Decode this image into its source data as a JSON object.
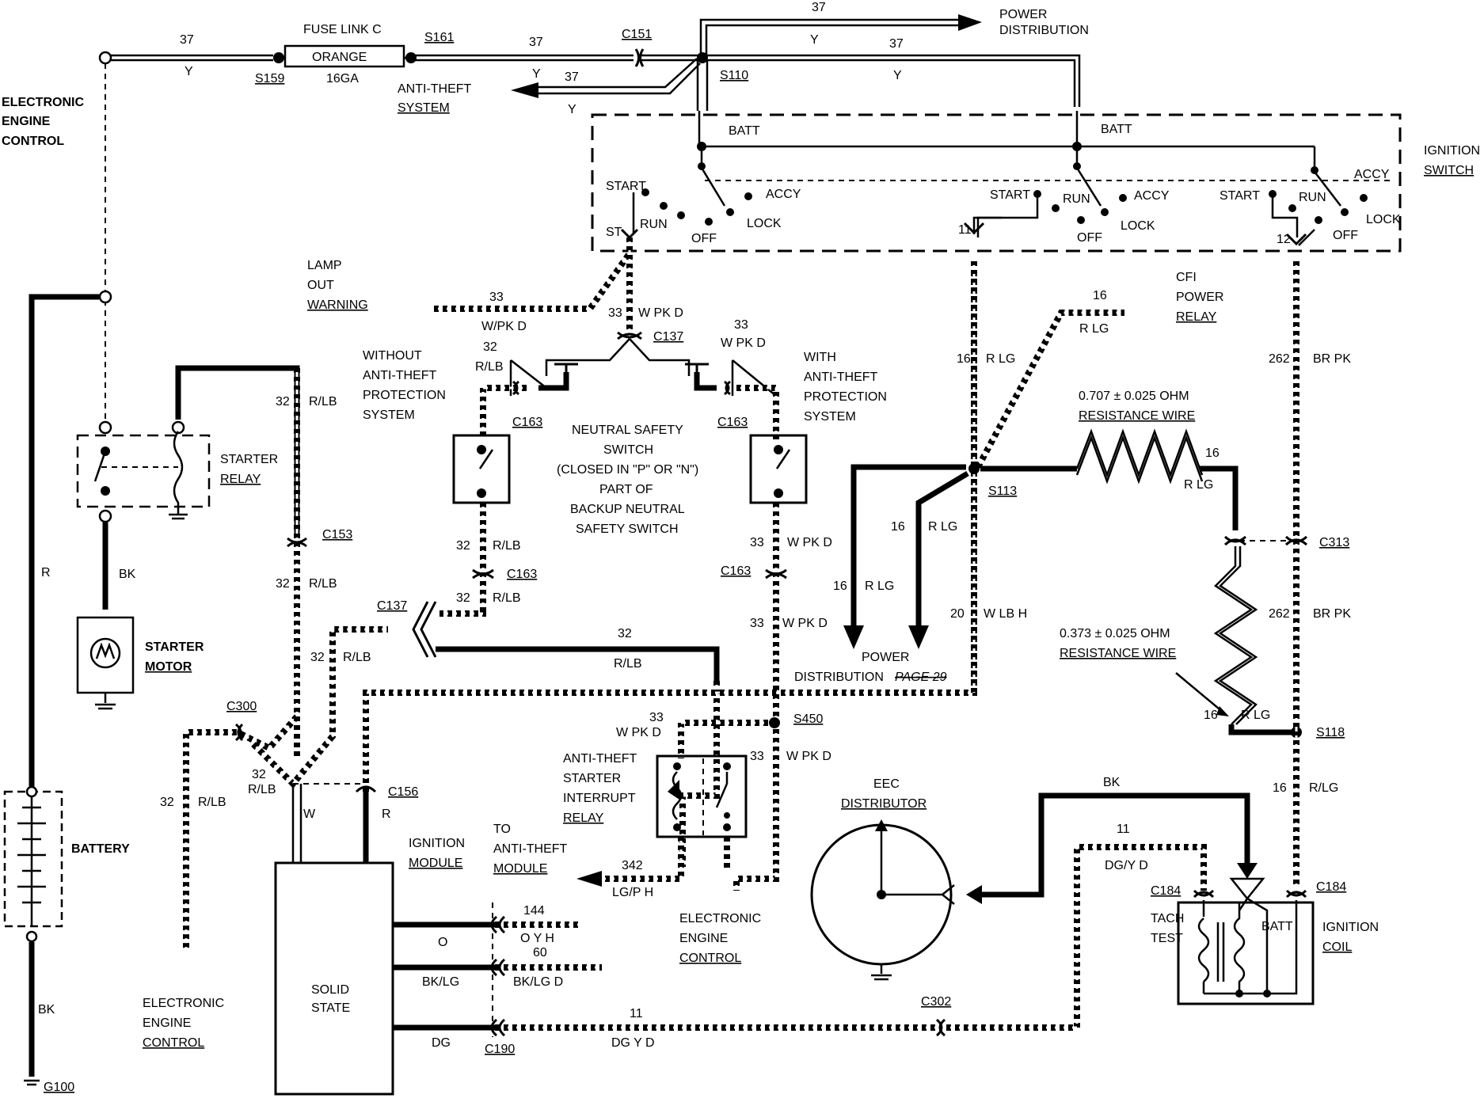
{
  "diagram": {
    "labels": {
      "fuse_link": "FUSE LINK C",
      "orange": "ORANGE",
      "ga16": "16GA",
      "eec_left": [
        "ELECTRONIC",
        "ENGINE",
        "CONTROL"
      ],
      "power_dist_top": [
        "POWER",
        "DISTRIBUTION"
      ],
      "anti_theft_system": [
        "ANTI-THEFT",
        "SYSTEM"
      ],
      "ignition_switch": [
        "IGNITION",
        "SWITCH"
      ],
      "batt": "BATT",
      "start": "START",
      "run": "RUN",
      "off": "OFF",
      "lock": "LOCK",
      "accy": "ACCY",
      "st": "ST",
      "lamp_out": [
        "LAMP",
        "OUT",
        "WARNING"
      ],
      "without_at": [
        "WITHOUT",
        "ANTI-THEFT",
        "PROTECTION",
        "SYSTEM"
      ],
      "with_at": [
        "WITH",
        "ANTI-THEFT",
        "PROTECTION",
        "SYSTEM"
      ],
      "nss": [
        "NEUTRAL SAFETY",
        "SWITCH",
        "(CLOSED IN \"P\" OR \"N\")",
        "PART OF",
        "BACKUP NEUTRAL",
        "SAFETY SWITCH"
      ],
      "starter_relay": [
        "STARTER",
        "RELAY"
      ],
      "starter_motor": [
        "STARTER",
        "MOTOR"
      ],
      "battery": "BATTERY",
      "cfi": [
        "CFI",
        "POWER",
        "RELAY"
      ],
      "res1": [
        "0.707 ± 0.025 OHM",
        "RESISTANCE WIRE"
      ],
      "res2": [
        "0.373 ± 0.025 OHM",
        "RESISTANCE WIRE"
      ],
      "power_dist_mid": [
        "POWER",
        "DISTRIBUTION"
      ],
      "page29": "PAGE 29",
      "at_sir": [
        "ANTI-THEFT",
        "STARTER",
        "INTERRUPT",
        "RELAY"
      ],
      "to_at": [
        "TO",
        "ANTI-THEFT",
        "MODULE"
      ],
      "ign_module": [
        "IGNITION",
        "MODULE"
      ],
      "solid_state": [
        "SOLID",
        "STATE"
      ],
      "eec_mid": [
        "ELECTRONIC",
        "ENGINE",
        "CONTROL"
      ],
      "eec_bottom": [
        "ELECTRONIC",
        "ENGINE",
        "CONTROL"
      ],
      "eec_dist": [
        "EEC",
        "DISTRIBUTOR"
      ],
      "tach_test": [
        "TACH",
        "TEST"
      ],
      "ign_coil": [
        "IGNITION",
        "COIL"
      ],
      "coil_batt": "BATT"
    },
    "splices": [
      "S159",
      "S161",
      "S110",
      "S113",
      "S450",
      "S118",
      "G100"
    ],
    "connectors": [
      "C151",
      "C137",
      "C163",
      "C153",
      "C300",
      "C156",
      "C313",
      "C184",
      "C190",
      "C302"
    ],
    "wires": {
      "c37": "37",
      "y": "Y",
      "c33": "33",
      "wpkd": "W/PK D",
      "wpkd2": "W PK D",
      "c32": "32",
      "rlb": "R/LB",
      "rlb2": "R LB",
      "c16": "16",
      "rlg": "R LG",
      "rlg2": "R/LG",
      "c262": "262",
      "brpk": "BR PK",
      "c20": "20",
      "wlbh": "W LB H",
      "c11": "11",
      "c12": "12",
      "r": "R",
      "bk": "BK",
      "w": "W",
      "c342": "342",
      "lgph": "LG/P H",
      "c144": "144",
      "oyh": "O Y H",
      "o": "O",
      "c60": "60",
      "bklgd": "BK/LG D",
      "bklg": "BK/LG",
      "dg": "DG",
      "dgyd": "DG Y D",
      "dgyd2": "DG/Y D"
    }
  }
}
